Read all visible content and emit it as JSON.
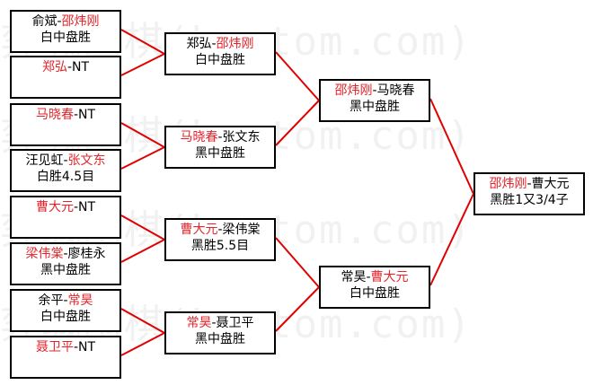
{
  "watermark": "弈城围棋(hoetom.com)",
  "colors": {
    "winner": "#e3242b",
    "line": "#e00000"
  },
  "rounds": [
    {
      "matches": [
        {
          "line1": [
            {
              "t": "俞斌-",
              "w": false
            },
            {
              "t": "邵炜刚",
              "w": true
            }
          ],
          "line2": "白中盘胜"
        },
        {
          "line1": [
            {
              "t": "郑弘",
              "w": true
            },
            {
              "t": "-NT",
              "w": false
            }
          ],
          "line2": ""
        },
        {
          "line1": [
            {
              "t": "马晓春",
              "w": true
            },
            {
              "t": "-NT",
              "w": false
            }
          ],
          "line2": ""
        },
        {
          "line1": [
            {
              "t": "汪见虹-",
              "w": false
            },
            {
              "t": "张文东",
              "w": true
            }
          ],
          "line2": "白胜4.5目"
        },
        {
          "line1": [
            {
              "t": "曹大元",
              "w": true
            },
            {
              "t": "-NT",
              "w": false
            }
          ],
          "line2": ""
        },
        {
          "line1": [
            {
              "t": "梁伟棠",
              "w": true
            },
            {
              "t": "-廖桂永",
              "w": false
            }
          ],
          "line2": "黑中盘胜"
        },
        {
          "line1": [
            {
              "t": "余平-",
              "w": false
            },
            {
              "t": "常昊",
              "w": true
            }
          ],
          "line2": "白中盘胜"
        },
        {
          "line1": [
            {
              "t": "聂卫平",
              "w": true
            },
            {
              "t": "-NT",
              "w": false
            }
          ],
          "line2": ""
        }
      ]
    },
    {
      "matches": [
        {
          "line1": [
            {
              "t": "郑弘-",
              "w": false
            },
            {
              "t": "邵炜刚",
              "w": true
            }
          ],
          "line2": "白中盘胜"
        },
        {
          "line1": [
            {
              "t": "马晓春",
              "w": true
            },
            {
              "t": "-张文东",
              "w": false
            }
          ],
          "line2": "黑中盘胜"
        },
        {
          "line1": [
            {
              "t": "曹大元",
              "w": true
            },
            {
              "t": "-梁伟棠",
              "w": false
            }
          ],
          "line2": "黑胜5.5目"
        },
        {
          "line1": [
            {
              "t": "常昊",
              "w": true
            },
            {
              "t": "-聂卫平",
              "w": false
            }
          ],
          "line2": "黑中盘胜"
        }
      ]
    },
    {
      "matches": [
        {
          "line1": [
            {
              "t": "邵炜刚",
              "w": true
            },
            {
              "t": "-马晓春",
              "w": false
            }
          ],
          "line2": "黑中盘胜"
        },
        {
          "line1": [
            {
              "t": "常昊-",
              "w": false
            },
            {
              "t": "曹大元",
              "w": true
            }
          ],
          "line2": "白中盘胜"
        }
      ]
    },
    {
      "matches": [
        {
          "line1": [
            {
              "t": "邵炜刚",
              "w": true
            },
            {
              "t": "-曹大元",
              "w": false
            }
          ],
          "line2": "黑胜1又3/4子"
        }
      ]
    }
  ]
}
